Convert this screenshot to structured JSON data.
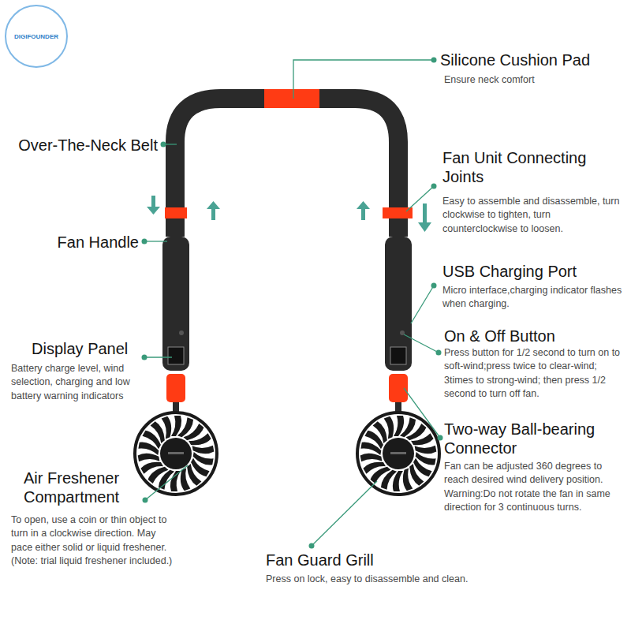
{
  "diagram": {
    "nodes": [
      {
        "text": [
          "DIGIFOUNDER"
        ]
      }
    ],
    "labels": [
      "Silicone Cushion Pad",
      "Ensure neck comfort",
      "Over-The-Neck Belt",
      "Fan Unit Connecting Joints",
      "Easy to assemble and disassemble, turn clockwise to tighten, turn counterclockwise to loosen.",
      "Fan Handle",
      "USB Charging Port",
      "Micro interface,charging indicator flashes when charging.",
      "On & Off Button",
      "Press button for 1/2 second to turn on to soft-wind;press twice to clear-wind; 3times to strong-wind; then press 1/2 second to turn off fan.",
      "Display Panel",
      "Battery charge level, wind selection, charging and low battery warning indicators",
      "Two-way Ball-bearing Connector",
      "Fan can be adjusted 360 degrees to reach desired wind delivery position. Warning:Do not rotate the fan in same direction for 3 continuous turns.",
      "Air Freshener Compartment",
      "To open, use a coin or thin object to turn in a clockwise direction. May pace either solid or liquid freshener. (Note: trial liquid freshener included.)",
      "Fan Guard Grill",
      "Press on lock, easy to disassemble and clean."
    ]
  }
}
